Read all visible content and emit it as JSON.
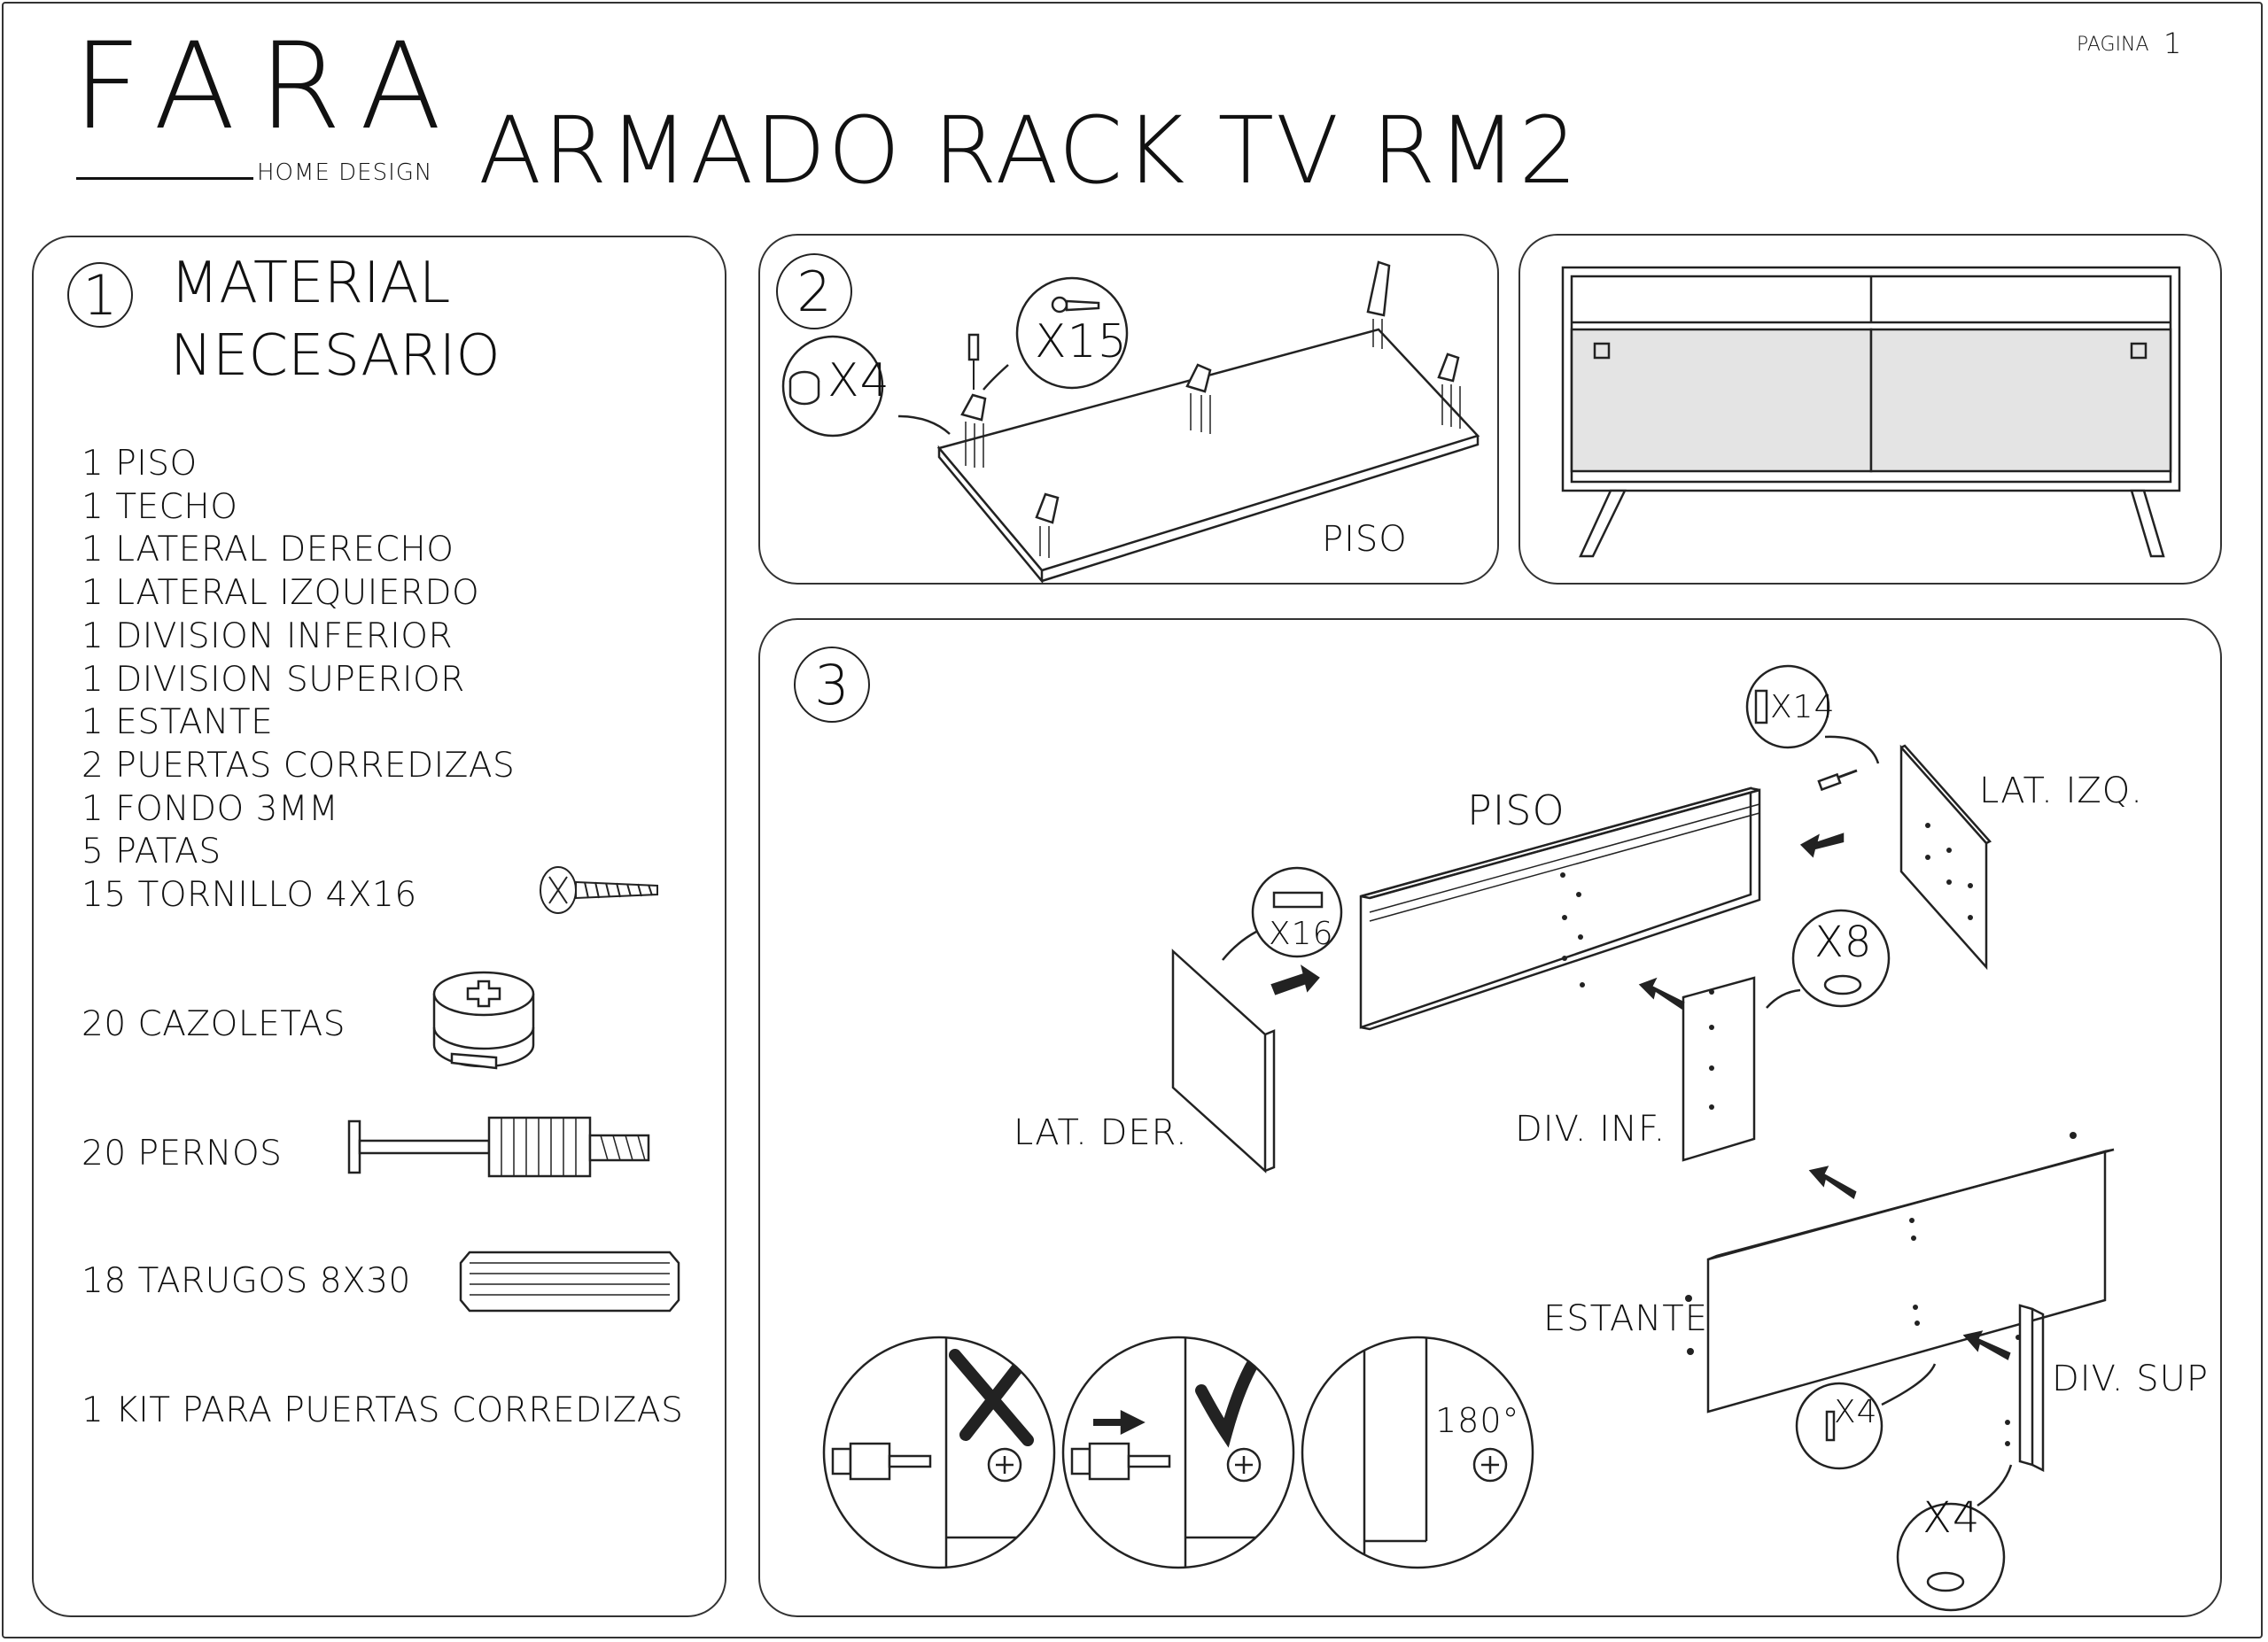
{
  "header": {
    "brand": "FARA",
    "brand_sub": "HOME DESIGN",
    "title": "ARMADO RACK TV RM2",
    "page_label": "PAGINA",
    "page_number": "1"
  },
  "step1": {
    "number": "1",
    "heading_line1": "MATERIAL",
    "heading_line2": "NECESARIO",
    "materials": [
      "1 PISO",
      "1 TECHO",
      "1 LATERAL  DERECHO",
      "1 LATERAL IZQUIERDO",
      "1 DIVISION INFERIOR",
      "1 DIVISION SUPERIOR",
      "1 ESTANTE",
      "2 PUERTAS CORREDIZAS",
      "1 FONDO 3MM",
      "5 PATAS",
      "15 TORNILLO 4X16"
    ],
    "hardware": [
      {
        "label": "20 CAZOLETAS",
        "icon": "cam-lock-icon"
      },
      {
        "label": "20 PERNOS",
        "icon": "bolt-icon"
      },
      {
        "label": "18 TARUGOS 8X30",
        "icon": "dowel-icon"
      },
      {
        "label": "1 KIT PARA PUERTAS CORREDIZAS",
        "icon": ""
      }
    ]
  },
  "step2": {
    "number": "2",
    "callout_cam_qty": "X4",
    "callout_screw_qty": "X15",
    "part_label": "PISO"
  },
  "step3": {
    "number": "3",
    "callout_bolt_qty": "X14",
    "callout_dowel_qty": "X16",
    "callout_cam_qty": "X8",
    "callout_bolt_qty_b": "X4",
    "callout_cam_qty_b": "X4",
    "labels": {
      "piso": "PISO",
      "lat_izq": "LAT. IZQ.",
      "lat_der": "LAT. DER.",
      "div_inf": "DIV. INF.",
      "estante": "ESTANTE",
      "div_sup": "DIV. SUP"
    },
    "rotation_label": "180°"
  }
}
